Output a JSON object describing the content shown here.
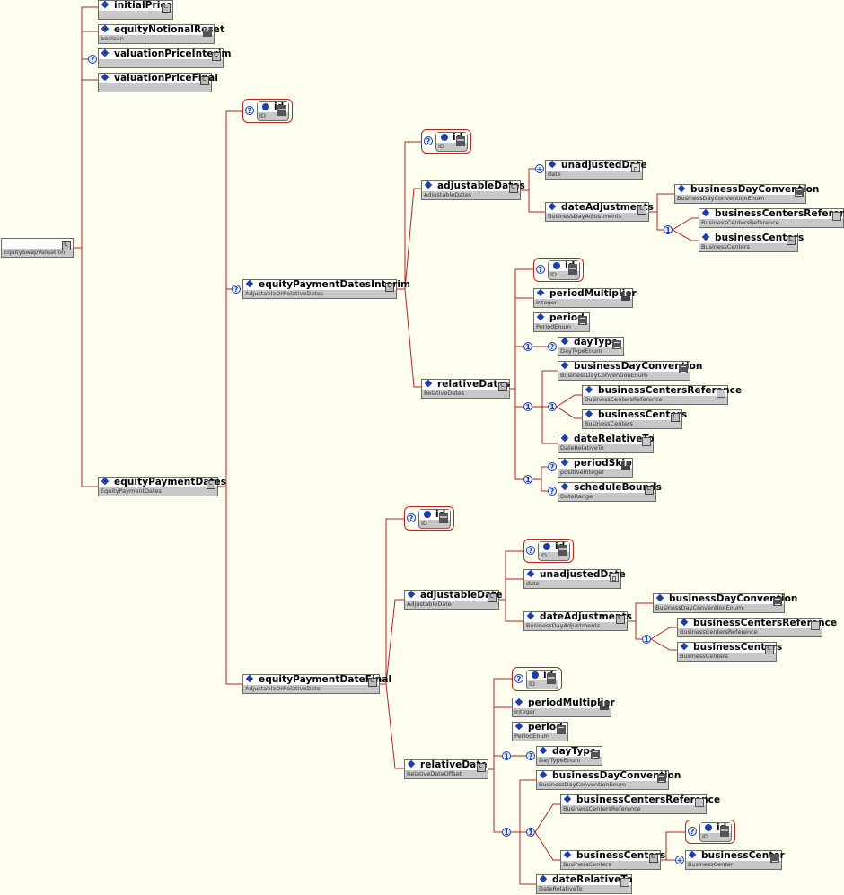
{
  "nodes": {
    "root": {
      "name": "",
      "type": "EquitySwapValuation"
    },
    "initialPrice": {
      "name": "initialPrice",
      "type": ""
    },
    "equityNotionalReset": {
      "name": "equityNotionalReset",
      "type": "boolean"
    },
    "valuationPriceInterim": {
      "name": "valuationPriceInterim",
      "type": ""
    },
    "valuationPriceFinal": {
      "name": "valuationPriceFinal",
      "type": ""
    },
    "equityPaymentDates": {
      "name": "equityPaymentDates",
      "type": "EquityPaymentDates"
    },
    "epd_id": {
      "name": "id",
      "type": "ID"
    },
    "equityPaymentDatesInterim": {
      "name": "equityPaymentDatesInterim",
      "type": "AdjustableOrRelativeDates"
    },
    "equityPaymentDateFinal": {
      "name": "equityPaymentDateFinal",
      "type": "AdjustableOrRelativeDate"
    },
    "i_id": {
      "name": "id",
      "type": "ID"
    },
    "i_adjustableDates": {
      "name": "adjustableDates",
      "type": "AdjustableDates"
    },
    "i_unadjustedDate": {
      "name": "unadjustedDate",
      "type": "date"
    },
    "i_dateAdjustments": {
      "name": "dateAdjustments",
      "type": "BusinessDayAdjustments"
    },
    "i_bdc": {
      "name": "businessDayConvention",
      "type": "BusinessDayConventionEnum"
    },
    "i_bcr": {
      "name": "businessCentersReference",
      "type": "BusinessCentersReference"
    },
    "i_bc": {
      "name": "businessCenters",
      "type": "BusinessCenters"
    },
    "i_relativeDates": {
      "name": "relativeDates",
      "type": "RelativeDates"
    },
    "ir_id": {
      "name": "id",
      "type": "ID"
    },
    "ir_periodMultiplier": {
      "name": "periodMultiplier",
      "type": "Integer"
    },
    "ir_period": {
      "name": "period",
      "type": "PeriodEnum"
    },
    "ir_dayType": {
      "name": "dayType",
      "type": "DayTypeEnum"
    },
    "ir_bdc": {
      "name": "businessDayConvention",
      "type": "BusinessDayConventionEnum"
    },
    "ir_bcr": {
      "name": "businessCentersReference",
      "type": "BusinessCentersReference"
    },
    "ir_bc": {
      "name": "businessCenters",
      "type": "BusinessCenters"
    },
    "ir_dateRelativeTo": {
      "name": "dateRelativeTo",
      "type": "DateRelativeTo"
    },
    "ir_periodSkip": {
      "name": "periodSkip",
      "type": "positiveInteger"
    },
    "ir_scheduleBounds": {
      "name": "scheduleBounds",
      "type": "DateRange"
    },
    "f_id": {
      "name": "id",
      "type": "ID"
    },
    "f_adjustableDate": {
      "name": "adjustableDate",
      "type": "AdjustableDate"
    },
    "fa_id": {
      "name": "id",
      "type": "ID"
    },
    "f_unadjustedDate": {
      "name": "unadjustedDate",
      "type": "date"
    },
    "f_dateAdjustments": {
      "name": "dateAdjustments",
      "type": "BusinessDayAdjustments"
    },
    "f_bdc": {
      "name": "businessDayConvention",
      "type": "BusinessDayConventionEnum"
    },
    "f_bcr": {
      "name": "businessCentersReference",
      "type": "BusinessCentersReference"
    },
    "f_bc": {
      "name": "businessCenters",
      "type": "BusinessCenters"
    },
    "f_relativeDate": {
      "name": "relativeDate",
      "type": "RelativeDateOffset"
    },
    "fr_id": {
      "name": "id",
      "type": "ID"
    },
    "fr_periodMultiplier": {
      "name": "periodMultiplier",
      "type": "Integer"
    },
    "fr_period": {
      "name": "period",
      "type": "PeriodEnum"
    },
    "fr_dayType": {
      "name": "dayType",
      "type": "DayTypeEnum"
    },
    "fr_bdc": {
      "name": "businessDayConvention",
      "type": "BusinessDayConventionEnum"
    },
    "fr_bcr": {
      "name": "businessCentersReference",
      "type": "BusinessCentersReference"
    },
    "fr_bc": {
      "name": "businessCenters",
      "type": "BusinessCenters"
    },
    "frbc_id": {
      "name": "id",
      "type": "ID"
    },
    "fr_businessCenter": {
      "name": "businessCenter",
      "type": "BusinessCenter"
    },
    "fr_dateRelativeTo": {
      "name": "dateRelativeTo",
      "type": "DateRelativeTo"
    }
  },
  "badges": {
    "optional": "?",
    "choice": "1",
    "many": "+"
  },
  "colors": {
    "wire": "#b22222",
    "background": "#fffff0",
    "diamond": "#1a3fa8"
  }
}
